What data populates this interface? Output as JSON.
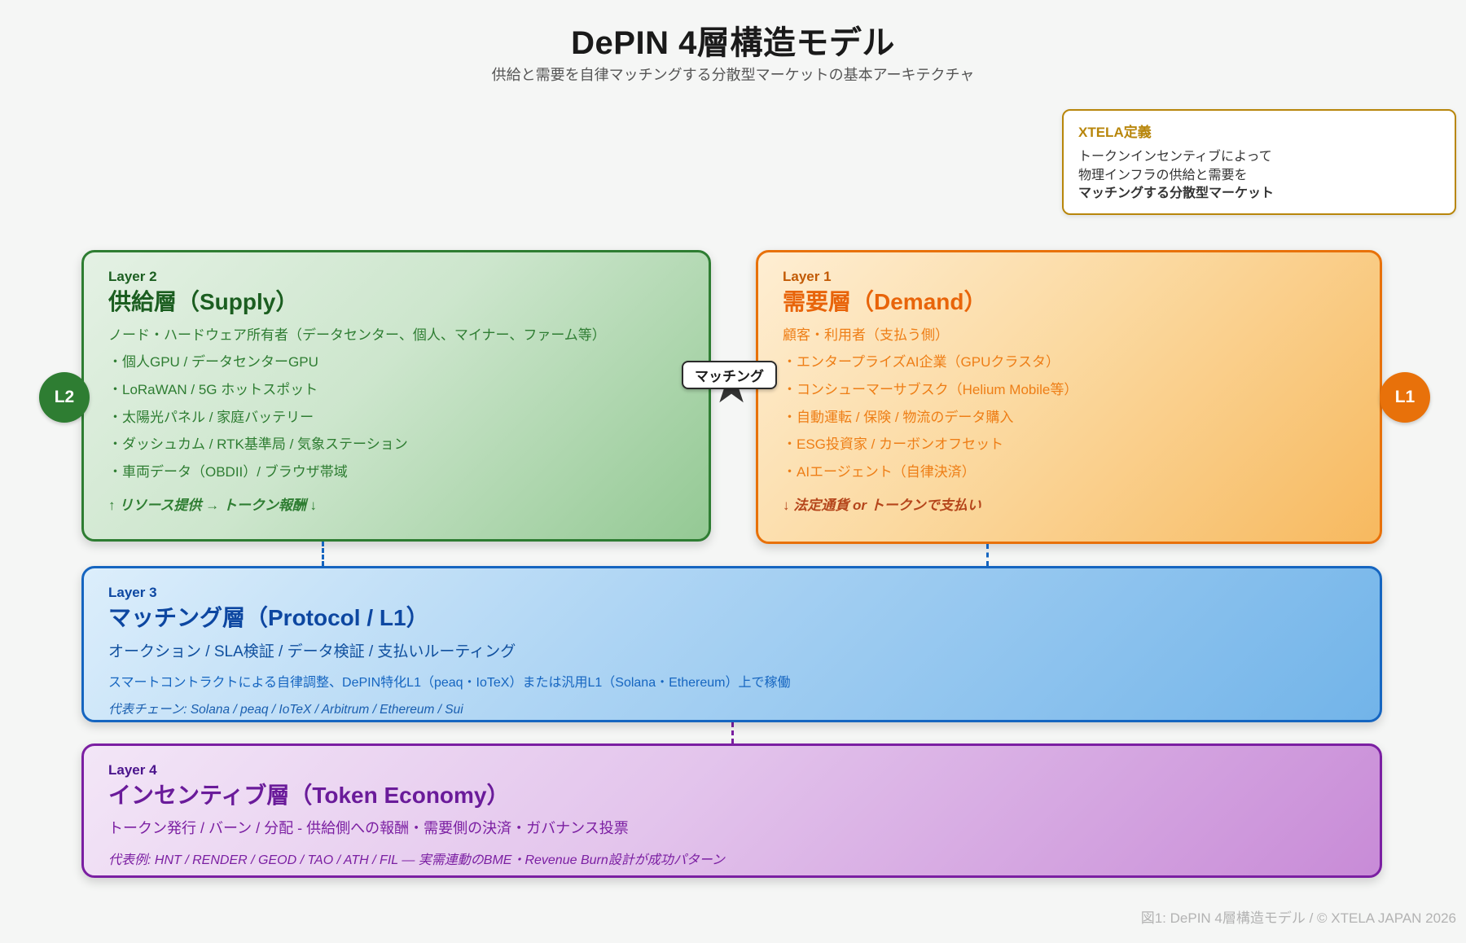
{
  "title": "DePIN 4層構造モデル",
  "subtitle": "供給と需要を自律マッチングする分散型マーケットの基本アーキテクチャ",
  "definition_box": {
    "title": "XTELA定義",
    "line1": "トークンインセンティブによって",
    "line2": "物理インフラの供給と需要を",
    "line3": "マッチングする分散型マーケット"
  },
  "supply_layer": {
    "badge": "L2",
    "layer_label": "Layer 2",
    "title": "供給層（Supply）",
    "subtitle": "ノード・ハードウェア所有者（データセンター、個人、マイナー、ファーム等）",
    "items": [
      "・個人GPU / データセンターGPU",
      "・LoRaWAN / 5G ホットスポット",
      "・太陽光パネル / 家庭バッテリー",
      "・ダッシュカム / RTK基準局 / 気象ステーション",
      "・車両データ（OBDII）/ ブラウザ帯域"
    ],
    "footer": "↑ リソース提供 → トークン報酬 ↓"
  },
  "demand_layer": {
    "badge": "L1",
    "layer_label": "Layer 1",
    "title": "需要層（Demand）",
    "subtitle": "顧客・利用者（支払う側）",
    "items": [
      "・エンタープライズAI企業（GPUクラスタ）",
      "・コンシューマーサブスク（Helium Mobile等）",
      "・自動運転 / 保険 / 物流のデータ購入",
      "・ESG投資家 / カーボンオフセット",
      "・AIエージェント（自律決済）"
    ],
    "footer": "↓ 法定通貨 or トークンで支払い"
  },
  "matching": {
    "label": "マッチング"
  },
  "protocol_layer": {
    "layer_label": "Layer 3",
    "title": "マッチング層（Protocol / L1）",
    "line1": "オークション / SLA検証 / データ検証 / 支払いルーティング",
    "line2": "スマートコントラクトによる自律調整、DePIN特化L1（peaq・IoTeX）または汎用L1（Solana・Ethereum）上で稼働",
    "line3": "代表チェーン: Solana / peaq / IoTeX / Arbitrum / Ethereum / Sui"
  },
  "token_layer": {
    "layer_label": "Layer 4",
    "title": "インセンティブ層（Token Economy）",
    "line1": "トークン発行 / バーン / 分配 - 供給側への報酬・需要側の決済・ガバナンス投票",
    "line2": "代表例: HNT / RENDER / GEOD / TAO / ATH / FIL — 実需連動のBME・Revenue Burn設計が成功パターン"
  },
  "figure_caption": "図1: DePIN 4層構造モデル / © XTELA JAPAN 2026",
  "icons": {
    "matching_star": "★"
  },
  "colors": {
    "background": "#f5f6f5",
    "supply_accent": "#2e7d32",
    "demand_accent": "#e8710a",
    "protocol_accent": "#1565c0",
    "token_accent": "#7b1fa2",
    "definition_accent": "#b8860b",
    "star": "#333333",
    "caption": "#b3b3b3"
  }
}
